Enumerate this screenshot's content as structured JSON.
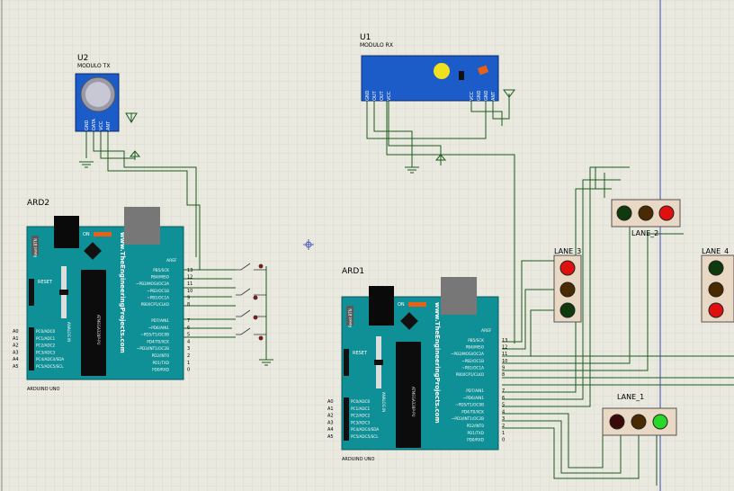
{
  "u2": {
    "ref": "U2",
    "name": "MODULO TX",
    "pins": [
      "GND",
      "DATA",
      "VCC",
      "ANT"
    ]
  },
  "u1": {
    "ref": "U1",
    "name": "MODULO RX",
    "pins_left": [
      "GND",
      "OUT",
      "OUT",
      "VCC"
    ],
    "pins_right": [
      "VCC",
      "GND",
      "GND",
      "ANT"
    ]
  },
  "ard2": {
    "ref": "ARD2",
    "part": "ARDUINO UNO"
  },
  "ard1": {
    "ref": "ARD1",
    "part": "ARDUINO UNO"
  },
  "arduino": {
    "reset_btn": "Reset BTN",
    "on": "ON",
    "reset": "RESET",
    "aref": "AREF",
    "brand": "www.TheEngineeringProjects.com",
    "analog_in": "ANALOG IN",
    "chip": "ATMEGA328P-PU",
    "digital_pins_a": [
      "PB5/SCK",
      "PB4/MISO",
      "~PB3/MOSI/OC2A",
      "~PB2/OC1B",
      "~PB1/OC1A",
      "PB0/ICP1/CLKO"
    ],
    "digital_nums_a": [
      "13",
      "12",
      "11",
      "10",
      "9",
      "8"
    ],
    "digital_pins_b": [
      "PD7/AIN1",
      "~PD6/AIN1",
      "~PD5/T1/OC0B",
      "PD4/T0/XCK",
      "~PD3/INT1/OC2B",
      "PD2/INT0",
      "PD1/TXD",
      "PD0/RXD"
    ],
    "digital_nums_b": [
      "7",
      "6",
      "5",
      "4",
      "3",
      "2",
      "1",
      "0"
    ],
    "analog_pins": [
      "PC0/ADC0",
      "PC1/ADC1",
      "PC2/ADC2",
      "PC3/ADC3",
      "PC4/ADC4/SDA",
      "PC5/ADC5/SCL"
    ],
    "analog_nums": [
      "A0",
      "A1",
      "A2",
      "A3",
      "A4",
      "A5"
    ]
  },
  "lanes": {
    "lane1": {
      "label": "LANE_1"
    },
    "lane2": {
      "label": "LANE_2"
    },
    "lane3": {
      "label": "LANE_3"
    },
    "lane4": {
      "label": "LANE_4"
    }
  },
  "colors": {
    "grid_bg": "#e9e9e0",
    "grid_line": "#cfcfc2",
    "arduino_teal": "#0f8f96",
    "module_blue": "#1c5cc8",
    "wire": "#1a5a1a",
    "light_red": "#e01010",
    "light_green": "#28d828",
    "light_off": "#4a2a00"
  }
}
